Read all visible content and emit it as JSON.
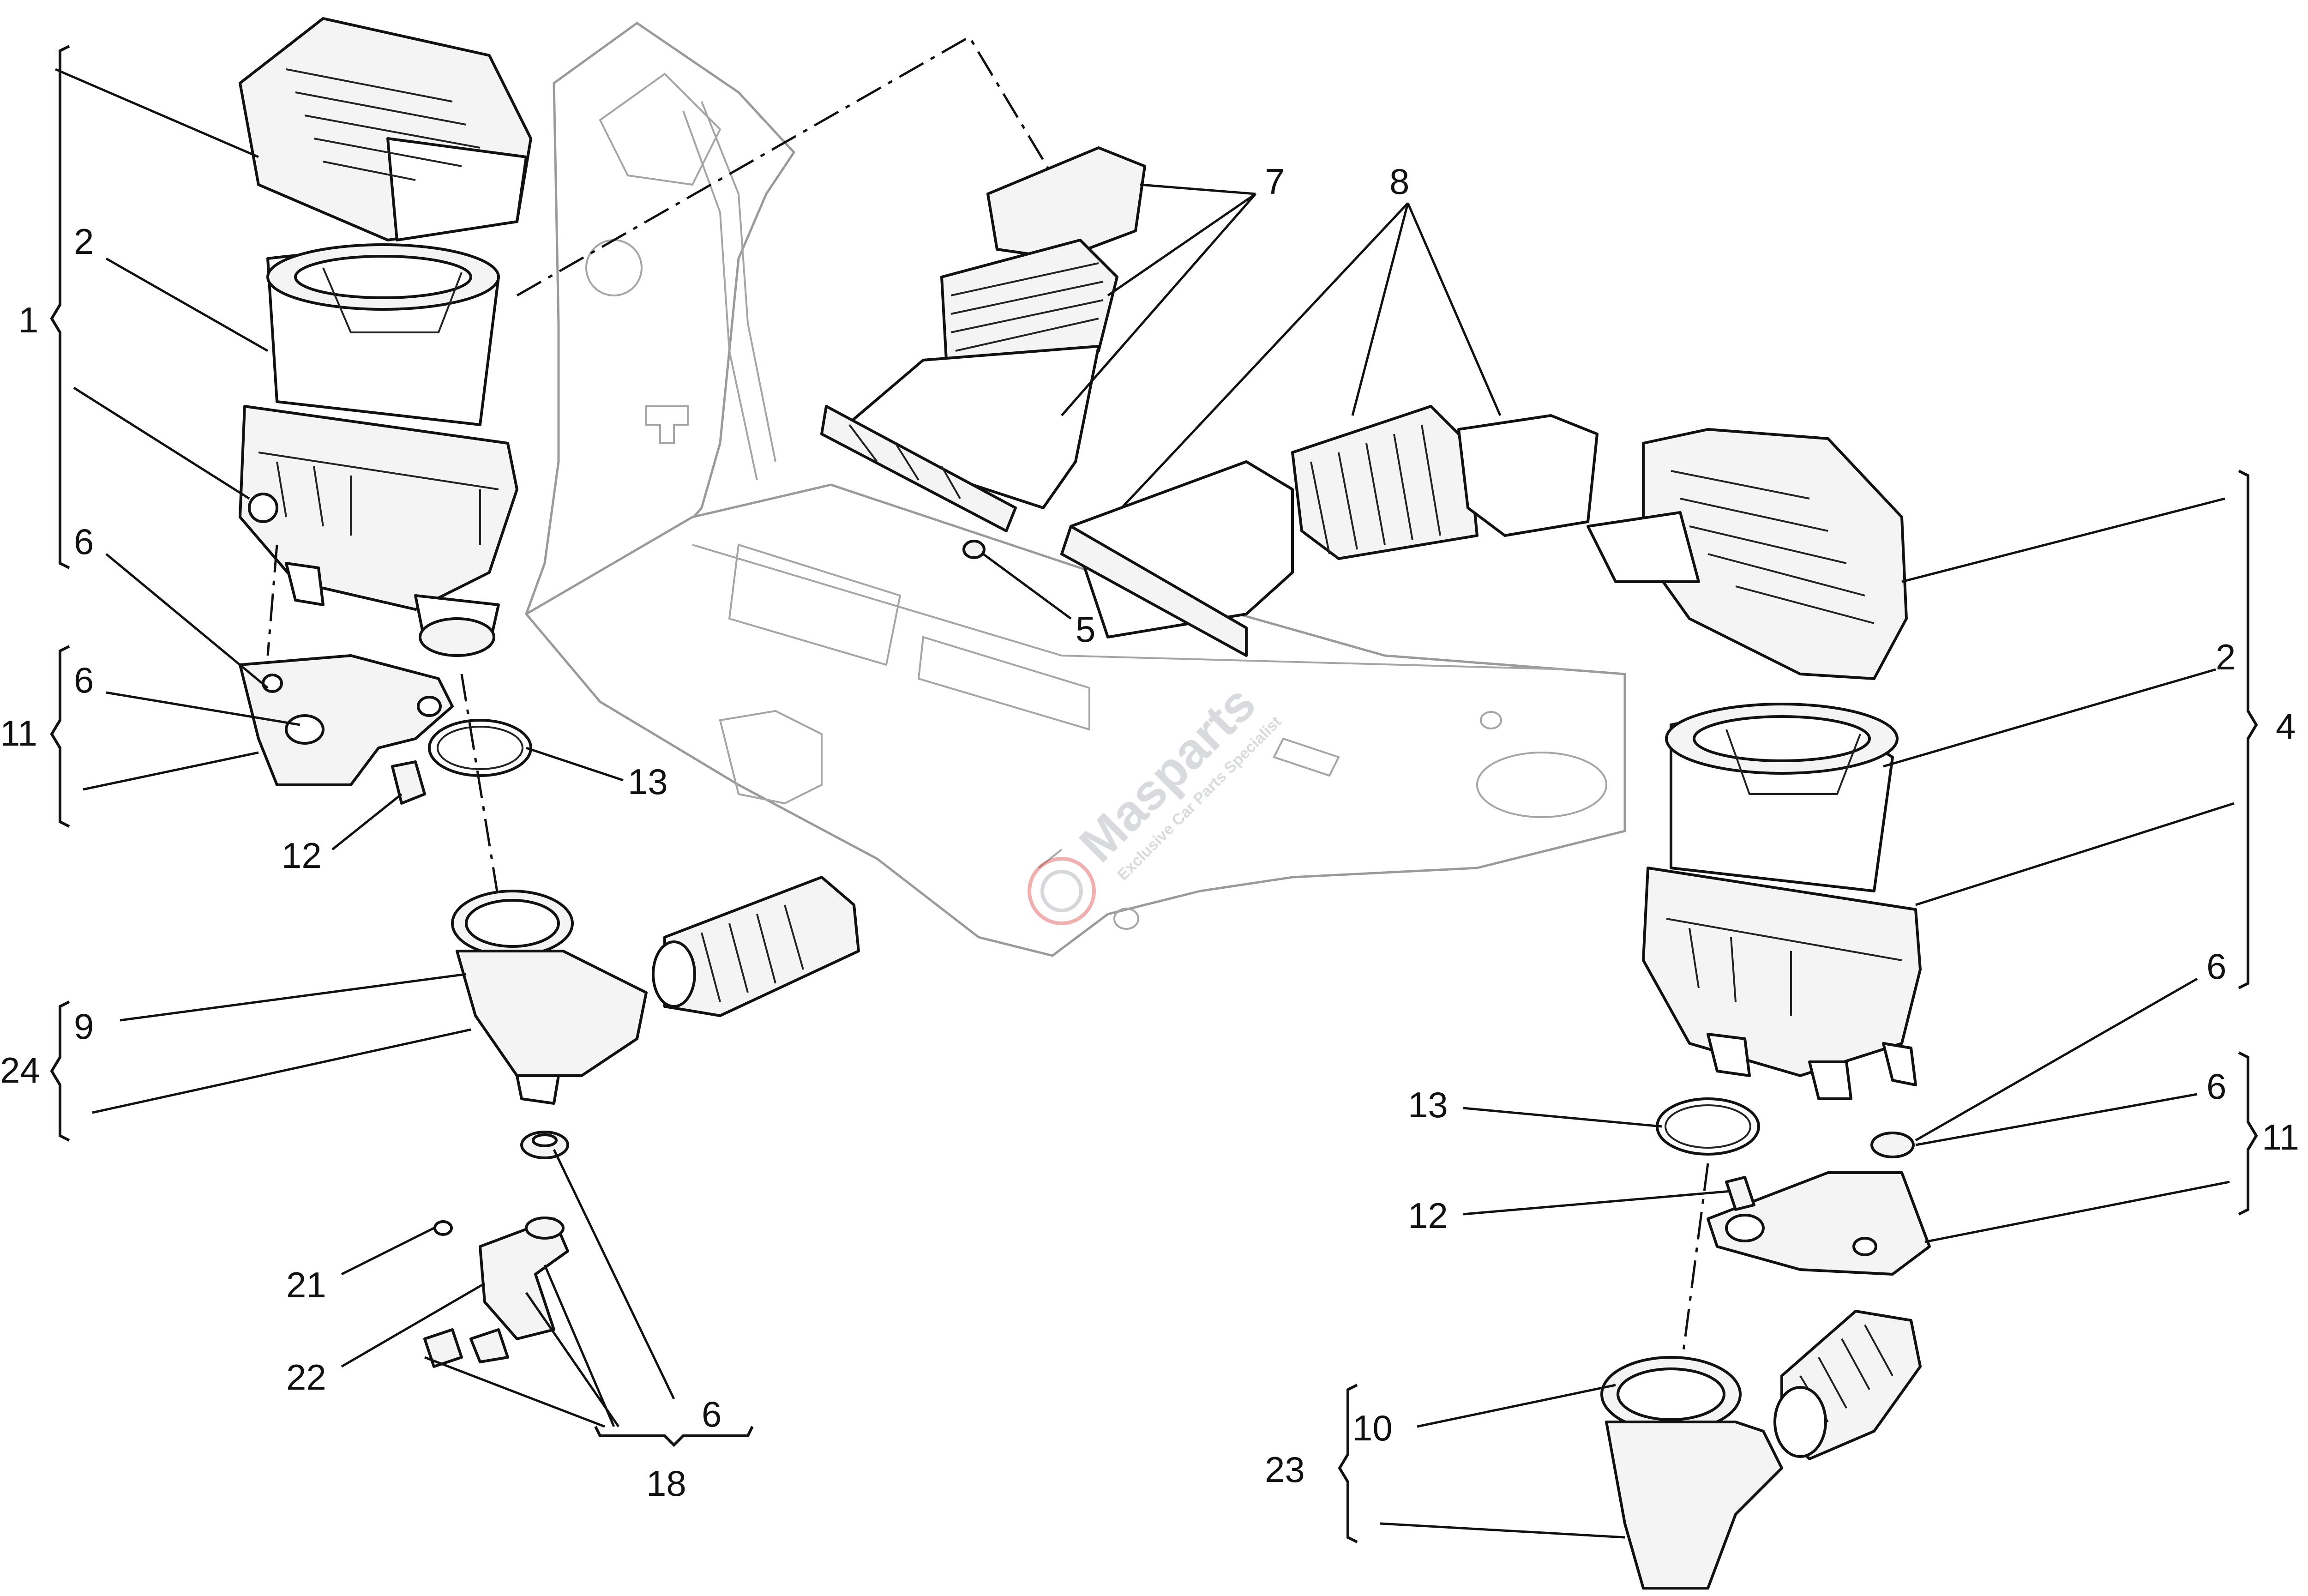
{
  "callouts": {
    "n1": "1",
    "n2_left": "2",
    "n6_left_a": "6",
    "n6_left_b": "6",
    "n11_left": "11",
    "n12_left": "12",
    "n13_left": "13",
    "n9": "9",
    "n24": "24",
    "n21": "21",
    "n22": "22",
    "n6_bottom": "6",
    "n18": "18",
    "n7": "7",
    "n8": "8",
    "n5": "5",
    "n2_right": "2",
    "n4": "4",
    "n6_right_a": "6",
    "n6_right_b": "6",
    "n11_right": "11",
    "n13_right": "13",
    "n12_right": "12",
    "n10": "10",
    "n23": "23"
  },
  "watermark": {
    "brand": "Masparts",
    "tagline": "Exclusive Car Parts Specialist"
  },
  "colors": {
    "line": "#111111",
    "ghost": "#9a9a9a",
    "fill": "#f4f4f4",
    "watermark": "#b9bcc2",
    "watermark_accent": "#e05050"
  }
}
